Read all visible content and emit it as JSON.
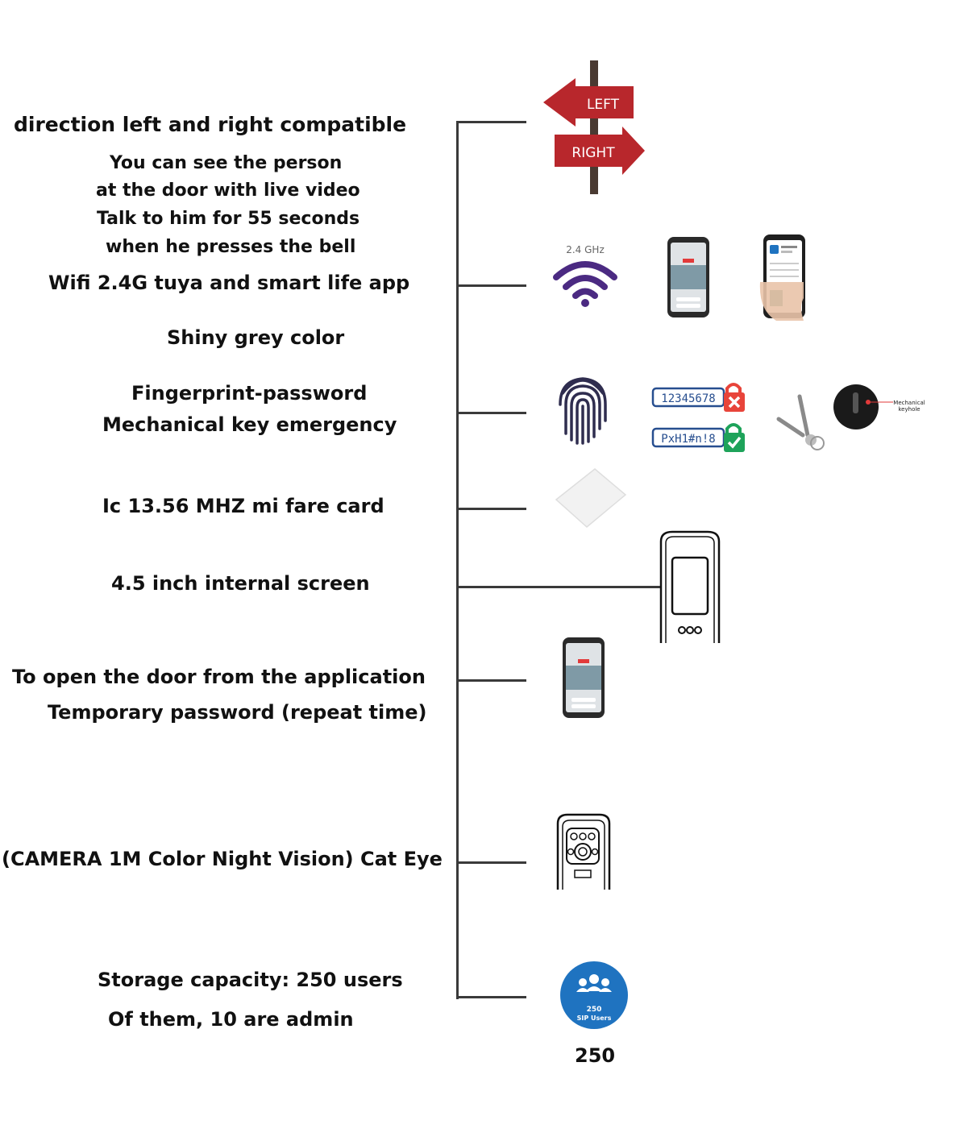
{
  "features": {
    "direction": "direction left and right compatible",
    "video_1": "You can see the person",
    "video_2": "at the door with live video",
    "video_3": "Talk to him for 55 seconds",
    "video_4": "when he presses the bell",
    "wifi": "Wifi 2.4G tuya and smart life app",
    "color": "Shiny grey color",
    "unlock_1": "Fingerprint-password",
    "unlock_2": "Mechanical key emergency",
    "card": "Ic 13.56 MHZ mi fare card",
    "screen": "4.5 inch internal screen",
    "app_1": "To open the door from the application",
    "app_2": "Temporary password (repeat time)",
    "camera": "(CAMERA 1M Color Night Vision) Cat Eye",
    "storage_1": "Storage capacity: 250 users",
    "storage_2": "Of them, 10 are admin"
  },
  "icons": {
    "sign_left": "LEFT",
    "sign_right": "RIGHT",
    "wifi_band": "2.4 GHz",
    "password_wrong": "12345678",
    "password_right": "PxH1#n!8",
    "keyhole_label_1": "Mechanical",
    "keyhole_label_2": "keyhole",
    "users_count": "250",
    "users_label": "SIP Users"
  },
  "footer_value": "250",
  "colors": {
    "sign_red": "#b8272c",
    "wifi_purple": "#4b2a82",
    "lock_red": "#e8443a",
    "lock_green": "#1ea35a",
    "users_blue": "#1f73c0"
  }
}
